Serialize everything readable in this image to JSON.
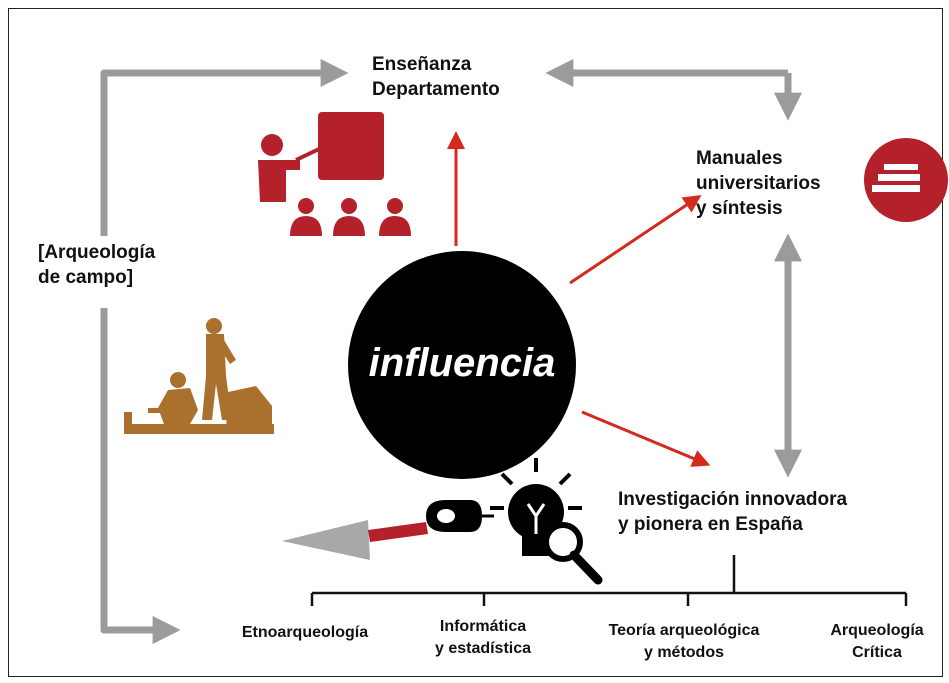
{
  "center": {
    "label": "influencia"
  },
  "nodes": {
    "ensenanza": "Enseñanza\nDepartamento",
    "manuales": "Manuales\nuniversitarios\ny síntesis",
    "arqueologia_campo": "[Arqueología\nde campo]",
    "investigacion": "Investigación innovadora\ny pionera en España"
  },
  "branches": [
    "Etnoarqueología",
    "Informática\ny estadística",
    "Teoría arqueológica\ny métodos",
    "Arqueología\nCrítica"
  ],
  "icons": [
    "teacher-classroom-icon",
    "books-stack-icon",
    "excavators-icon",
    "trowel-icon",
    "mouse-icon",
    "lightbulb-magnifier-icon"
  ],
  "colors": {
    "accent_red": "#b5212a",
    "arrow_red": "#d42a1e",
    "arrow_gray": "#9b9b9b",
    "excavator_brown": "#a9702e",
    "center_black": "#000000"
  }
}
